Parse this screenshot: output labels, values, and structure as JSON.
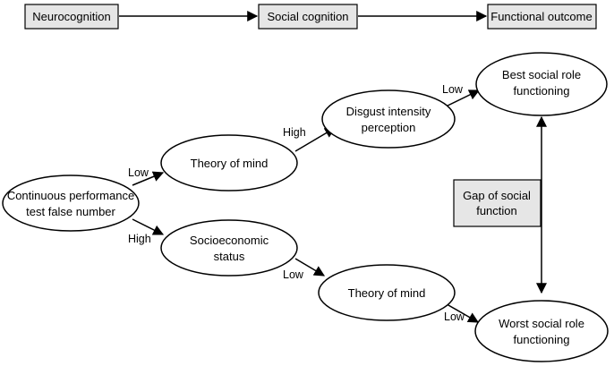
{
  "header": {
    "box_neurocognition": "Neurocognition",
    "box_social_cognition": "Social cognition",
    "box_functional_outcome": "Functional outcome"
  },
  "nodes": {
    "cpt_line1": "Continuous performance",
    "cpt_line2": "test false number",
    "tom_top": "Theory of mind",
    "disgust_line1": "Disgust intensity",
    "disgust_line2": "perception",
    "best_line1": "Best social role",
    "best_line2": "functioning",
    "ses_line1": "Socioeconomic",
    "ses_line2": "status",
    "tom_bottom": "Theory of mind",
    "worst_line1": "Worst social role",
    "worst_line2": "functioning",
    "gap_line1": "Gap of social",
    "gap_line2": "function"
  },
  "edge_labels": {
    "cpt_to_tom": "Low",
    "cpt_to_ses": "High",
    "tom_to_disgust": "High",
    "disgust_to_best": "Low",
    "ses_to_tom": "Low",
    "tom_to_worst": "Low"
  },
  "colors": {
    "box_fill": "#e6e6e6",
    "stroke": "#000000"
  }
}
